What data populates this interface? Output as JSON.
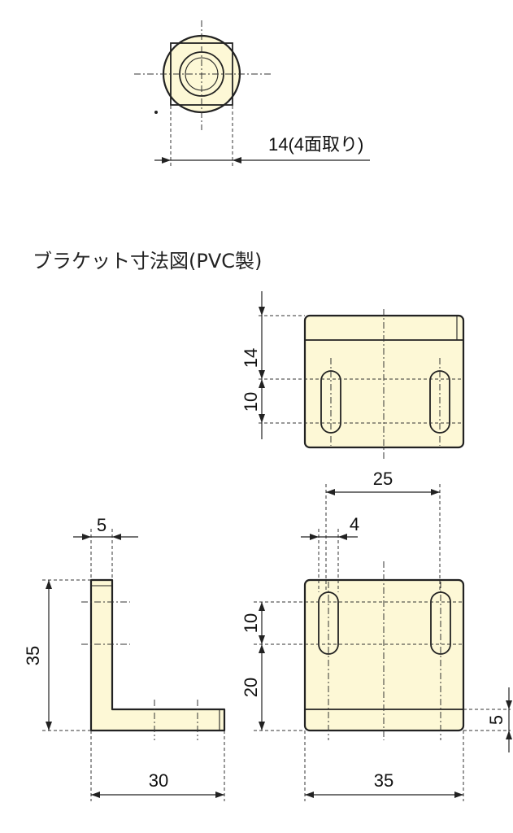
{
  "top_view": {
    "flat_label": "14(4面取り)"
  },
  "bracket": {
    "title": "ブラケット寸法図(PVC製)",
    "dims": {
      "top_height": "14",
      "top_slot": "10",
      "hole_spacing": "25",
      "slot_width": "4",
      "side_thickness": "5",
      "side_height": "35",
      "side_length": "30",
      "front_slot": "10",
      "front_offset": "20",
      "base_thickness": "5",
      "front_width": "35"
    }
  },
  "colors": {
    "part_fill": "#fdf8d6",
    "line": "#222222"
  }
}
